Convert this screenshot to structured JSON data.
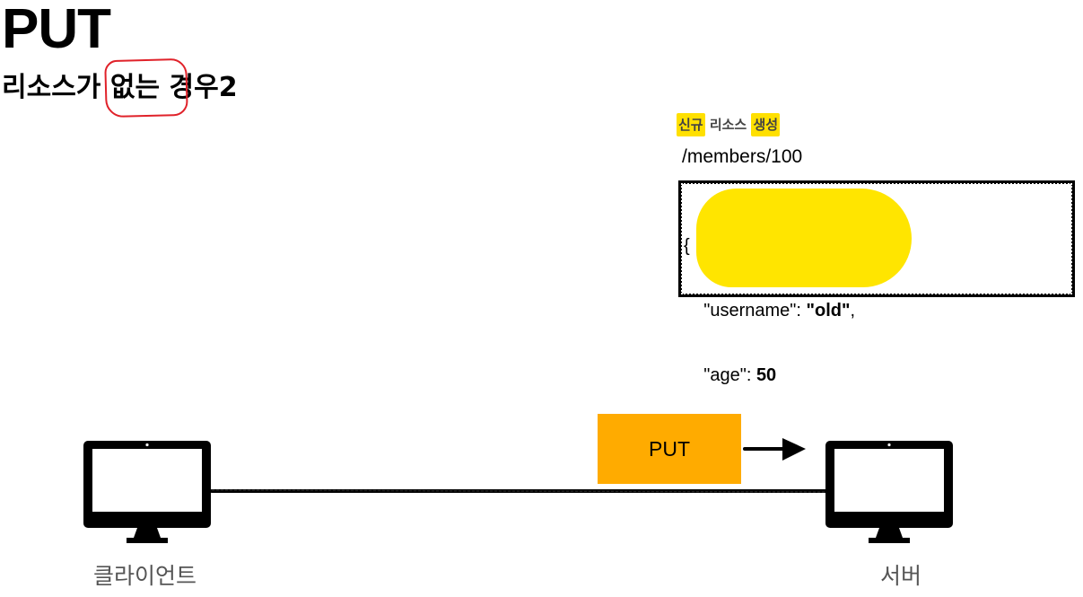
{
  "title": "PUT",
  "subtitle": {
    "before": "리소스가 ",
    "circled": "없는",
    "after": " 경우2"
  },
  "annotation": {
    "word1": "신규",
    "word2": " 리소스 ",
    "word3": "생성"
  },
  "resource_path": "/members/100",
  "json_body": {
    "open": "{",
    "line1_key": "\"username\"",
    "line1_sep": ": ",
    "line1_value": "\"old\"",
    "line1_end": ",",
    "line2_key": "\"age\"",
    "line2_sep": ": ",
    "line2_value": "50",
    "close": "}"
  },
  "request_method": "PUT",
  "client_label": "클라이언트",
  "server_label": "서버",
  "colors": {
    "highlight": "#ffe000",
    "request_box": "#ffab00",
    "circle_mark": "#e0222a"
  },
  "icons": [
    "monitor-icon",
    "monitor-icon",
    "arrow-right-icon"
  ]
}
